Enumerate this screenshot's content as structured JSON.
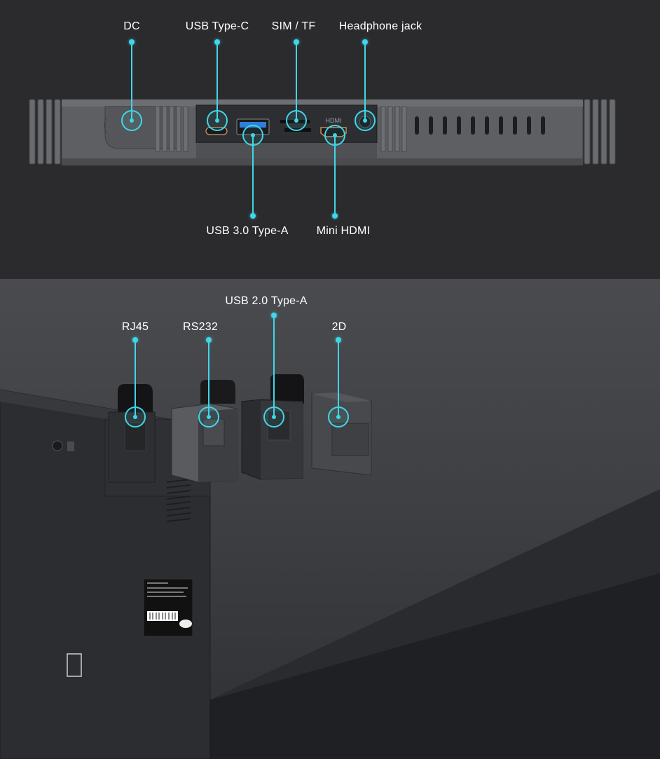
{
  "colors": {
    "accent": "#3fd6e8",
    "background_top": "#2b2b2d",
    "background_bottom": "#45464a",
    "device": "#5b5c60"
  },
  "top_section": {
    "callouts_above": [
      {
        "id": "dc",
        "label": "DC"
      },
      {
        "id": "usb-c",
        "label": "USB Type-C"
      },
      {
        "id": "sim-tf",
        "label": "SIM / TF"
      },
      {
        "id": "headphone",
        "label": "Headphone jack"
      }
    ],
    "callouts_below": [
      {
        "id": "usb3",
        "label": "USB 3.0 Type-A"
      },
      {
        "id": "mini-hdmi",
        "label": "Mini HDMI"
      }
    ],
    "hdmi_port_marking": "HDMI"
  },
  "bottom_section": {
    "callouts": [
      {
        "id": "rj45",
        "label": "RJ45"
      },
      {
        "id": "rs232",
        "label": "RS232"
      },
      {
        "id": "usb2",
        "label": "USB 2.0 Type-A"
      },
      {
        "id": "2d",
        "label": "2D"
      }
    ]
  }
}
